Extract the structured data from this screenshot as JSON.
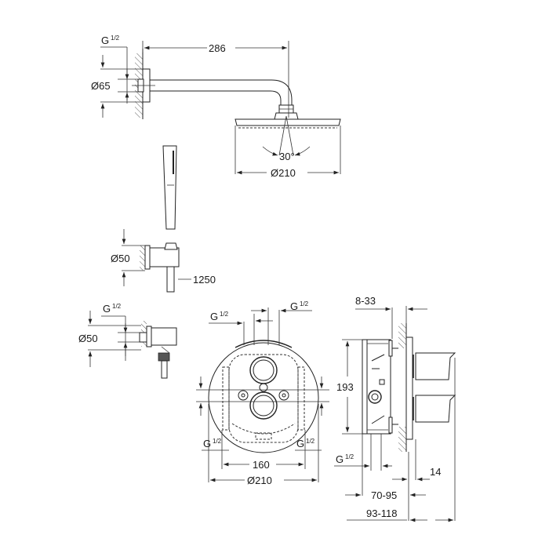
{
  "drawing": {
    "title": "Shower system dimension drawing",
    "shower_arm": {
      "thread_label": "G",
      "thread_fraction": "1/2",
      "diameter_label": "Ø65",
      "length_label": "286"
    },
    "head_shower": {
      "tilt_label": "30°",
      "diameter_label": "Ø210"
    },
    "hand_shower": {
      "holder_diameter_label": "Ø50",
      "hose_length_label": "1250"
    },
    "wall_outlet": {
      "thread_label": "G",
      "thread_fraction": "1/2",
      "diameter_label": "Ø50"
    },
    "thermostat_front": {
      "top_left_thread": "G",
      "top_left_fraction": "1/2",
      "top_right_thread": "G",
      "top_right_fraction": "1/2",
      "bottom_left_thread": "G",
      "bottom_left_fraction": "1/2",
      "bottom_right_thread": "G",
      "bottom_right_fraction": "1/2",
      "spacing_label": "160",
      "diameter_label": "Ø210"
    },
    "thermostat_side": {
      "depth_range_label": "8-33",
      "height_label": "193",
      "thread_label": "G",
      "thread_fraction": "1/2",
      "plate_label": "14",
      "install_depth_label": "70-95",
      "total_depth_label": "93-118"
    }
  }
}
